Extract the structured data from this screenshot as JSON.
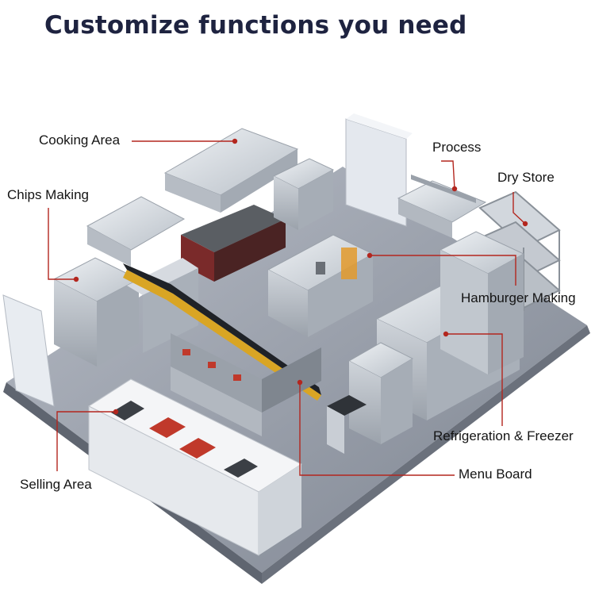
{
  "title": "Customize functions you need",
  "colors": {
    "title": "#1e2340",
    "leader": "#b3261e",
    "floor": "#9aa0ab",
    "steel": "#c9ced5",
    "steel_dark": "#8f969f"
  },
  "labels": {
    "cooking_area": "Cooking Area",
    "chips_making": "Chips Making",
    "process": "Process",
    "dry_store": "Dry Store",
    "hamburger_making": "Hamburger Making",
    "refrigeration_freezer": "Refrigeration & Freezer",
    "menu_board": "Menu Board",
    "selling_area": "Selling Area"
  }
}
